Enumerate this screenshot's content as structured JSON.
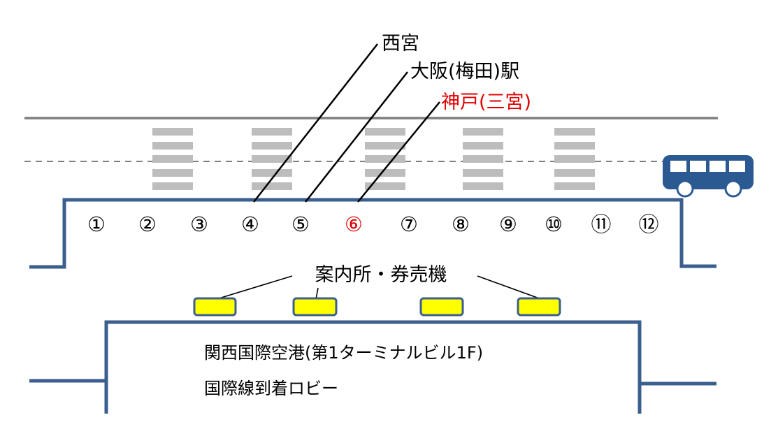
{
  "destinations": {
    "nishinomiya": "西宮",
    "osaka_umeda": "大阪(梅田)駅",
    "kobe_sannomiya": "神戸(三宮)"
  },
  "bus_stops": [
    "①",
    "②",
    "③",
    "④",
    "⑤",
    "⑥",
    "⑦",
    "⑧",
    "⑨",
    "⑩",
    "⑪",
    "⑫"
  ],
  "highlighted_stop": "⑥",
  "info_label": "案内所・券売機",
  "terminal": {
    "line1": "関西国際空港(第1ターミナルビル1F)",
    "line2": "国際線到着ロビー"
  },
  "colors": {
    "highlight": "#e00000",
    "wall": "#3a5f8f",
    "counter_fill": "#ffff00",
    "bus": "#2b5a93",
    "crosswalk": "#bdbdbd",
    "road_line": "#7f7f7f"
  },
  "icons": {
    "bus": "bus-icon"
  }
}
